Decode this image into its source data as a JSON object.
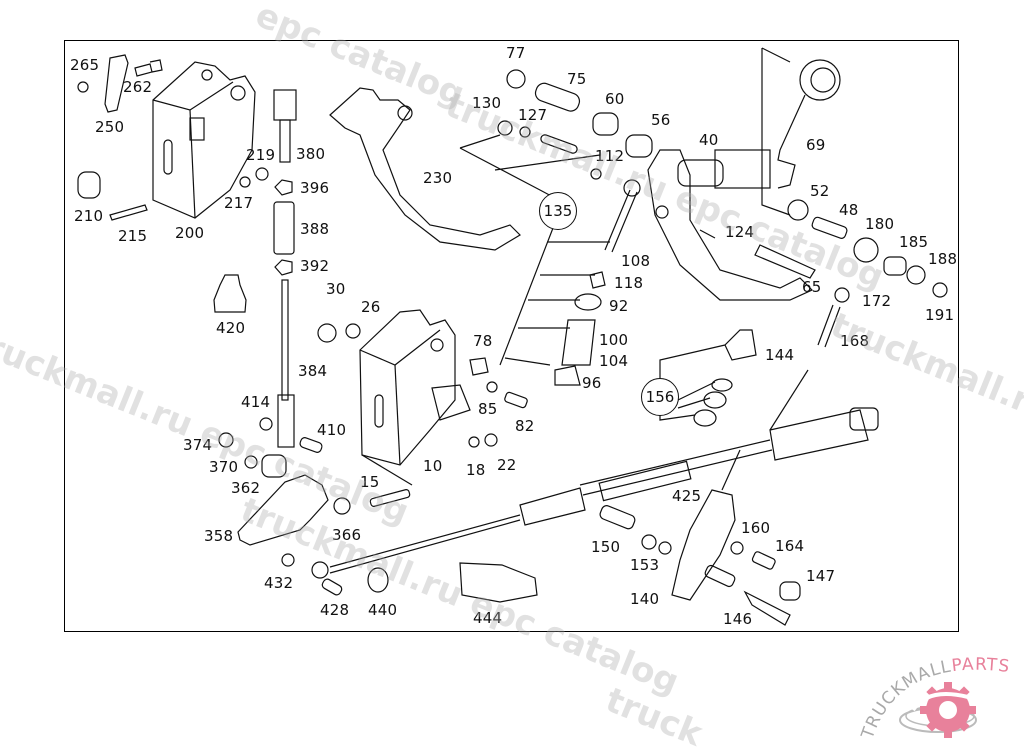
{
  "diagram": {
    "title": "Clutch / brake pedal assembly exploded view",
    "part_labels": [
      {
        "id": "265",
        "text": "265"
      },
      {
        "id": "262",
        "text": "262"
      },
      {
        "id": "250",
        "text": "250"
      },
      {
        "id": "219",
        "text": "219"
      },
      {
        "id": "380",
        "text": "380"
      },
      {
        "id": "396",
        "text": "396"
      },
      {
        "id": "217",
        "text": "217"
      },
      {
        "id": "210",
        "text": "210"
      },
      {
        "id": "215",
        "text": "215"
      },
      {
        "id": "200",
        "text": "200"
      },
      {
        "id": "388",
        "text": "388"
      },
      {
        "id": "392",
        "text": "392"
      },
      {
        "id": "230",
        "text": "230"
      },
      {
        "id": "77",
        "text": "77"
      },
      {
        "id": "75",
        "text": "75"
      },
      {
        "id": "130",
        "text": "130"
      },
      {
        "id": "127",
        "text": "127"
      },
      {
        "id": "60",
        "text": "60"
      },
      {
        "id": "56",
        "text": "56"
      },
      {
        "id": "112",
        "text": "112"
      },
      {
        "id": "40",
        "text": "40"
      },
      {
        "id": "69",
        "text": "69"
      },
      {
        "id": "52",
        "text": "52"
      },
      {
        "id": "48",
        "text": "48"
      },
      {
        "id": "180",
        "text": "180"
      },
      {
        "id": "185",
        "text": "185"
      },
      {
        "id": "188",
        "text": "188"
      },
      {
        "id": "191",
        "text": "191"
      },
      {
        "id": "172",
        "text": "172"
      },
      {
        "id": "124",
        "text": "124"
      },
      {
        "id": "65",
        "text": "65"
      },
      {
        "id": "168",
        "text": "168"
      },
      {
        "id": "108",
        "text": "108"
      },
      {
        "id": "118",
        "text": "118"
      },
      {
        "id": "92",
        "text": "92"
      },
      {
        "id": "100",
        "text": "100"
      },
      {
        "id": "104",
        "text": "104"
      },
      {
        "id": "96",
        "text": "96"
      },
      {
        "id": "144",
        "text": "144"
      },
      {
        "id": "420",
        "text": "420"
      },
      {
        "id": "30",
        "text": "30"
      },
      {
        "id": "26",
        "text": "26"
      },
      {
        "id": "384",
        "text": "384"
      },
      {
        "id": "78",
        "text": "78"
      },
      {
        "id": "85",
        "text": "85"
      },
      {
        "id": "82",
        "text": "82"
      },
      {
        "id": "414",
        "text": "414"
      },
      {
        "id": "410",
        "text": "410"
      },
      {
        "id": "374",
        "text": "374"
      },
      {
        "id": "370",
        "text": "370"
      },
      {
        "id": "362",
        "text": "362"
      },
      {
        "id": "10",
        "text": "10"
      },
      {
        "id": "18",
        "text": "18"
      },
      {
        "id": "22",
        "text": "22"
      },
      {
        "id": "15",
        "text": "15"
      },
      {
        "id": "358",
        "text": "358"
      },
      {
        "id": "366",
        "text": "366"
      },
      {
        "id": "425",
        "text": "425"
      },
      {
        "id": "160",
        "text": "160"
      },
      {
        "id": "164",
        "text": "164"
      },
      {
        "id": "150",
        "text": "150"
      },
      {
        "id": "153",
        "text": "153"
      },
      {
        "id": "147",
        "text": "147"
      },
      {
        "id": "140",
        "text": "140"
      },
      {
        "id": "146",
        "text": "146"
      },
      {
        "id": "432",
        "text": "432"
      },
      {
        "id": "428",
        "text": "428"
      },
      {
        "id": "440",
        "text": "440"
      },
      {
        "id": "444",
        "text": "444"
      }
    ],
    "callouts": [
      {
        "id": "135",
        "text": "135"
      },
      {
        "id": "156",
        "text": "156"
      }
    ]
  },
  "watermarks": {
    "texts": [
      "epc catalog",
      "truckmall.ru epc catalog",
      "truckmall.ru",
      "epc catalog",
      "truckmall.ru e",
      "truckmall.ru epc catalog",
      "truck"
    ]
  },
  "logo": {
    "text_left": "TRUCKMALL",
    "text_right": "PARTS",
    "brand_color": "#e8819b",
    "gray_color": "#a9a9a9"
  }
}
